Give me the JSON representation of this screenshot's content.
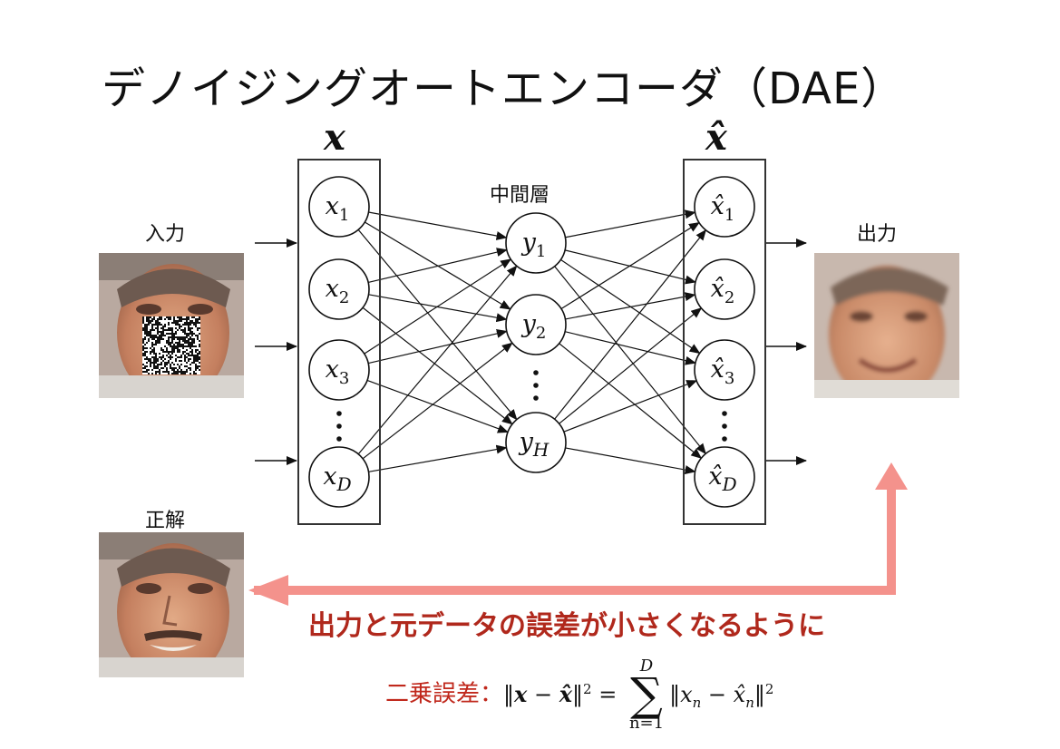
{
  "title": "デノイジングオートエンコーダ（DAE）",
  "labels": {
    "input": "入力",
    "output": "出力",
    "hidden": "中間層",
    "target": "正解",
    "x_vec": "x",
    "xhat_vec": "x̂"
  },
  "input_nodes": [
    {
      "base": "x",
      "sub": "1"
    },
    {
      "base": "x",
      "sub": "2"
    },
    {
      "base": "x",
      "sub": "3"
    },
    {
      "base": "x",
      "sub": "D"
    }
  ],
  "hidden_nodes": [
    {
      "base": "y",
      "sub": "1"
    },
    {
      "base": "y",
      "sub": "2"
    },
    {
      "base": "y",
      "sub": "H"
    }
  ],
  "output_nodes": [
    {
      "base": "x̂",
      "sub": "1"
    },
    {
      "base": "x̂",
      "sub": "2"
    },
    {
      "base": "x̂",
      "sub": "3"
    },
    {
      "base": "x̂",
      "sub": "D"
    }
  ],
  "message": "出力と元データの誤差が小さくなるように",
  "formula": {
    "label": "二乗誤差：",
    "lhs_open": "‖",
    "lhs_x": "x",
    "minus": " − ",
    "lhs_xhat": "x̂",
    "lhs_close": "‖",
    "sq": "2",
    "equals": " = ",
    "sum_top": "D",
    "sum_sigma": "∑",
    "sum_bottom": "n=1",
    "rhs_open": "‖",
    "rhs_x": "x",
    "rhs_n1": "n",
    "rhs_minus": " − ",
    "rhs_xhat": "x̂",
    "rhs_n2": "n",
    "rhs_close": "‖",
    "rhs_sq": "2"
  },
  "colors": {
    "arrow_pink": "#f4928c",
    "message_red": "#b0281c",
    "formula_red": "#c0281c",
    "noise_black": "#111111"
  }
}
